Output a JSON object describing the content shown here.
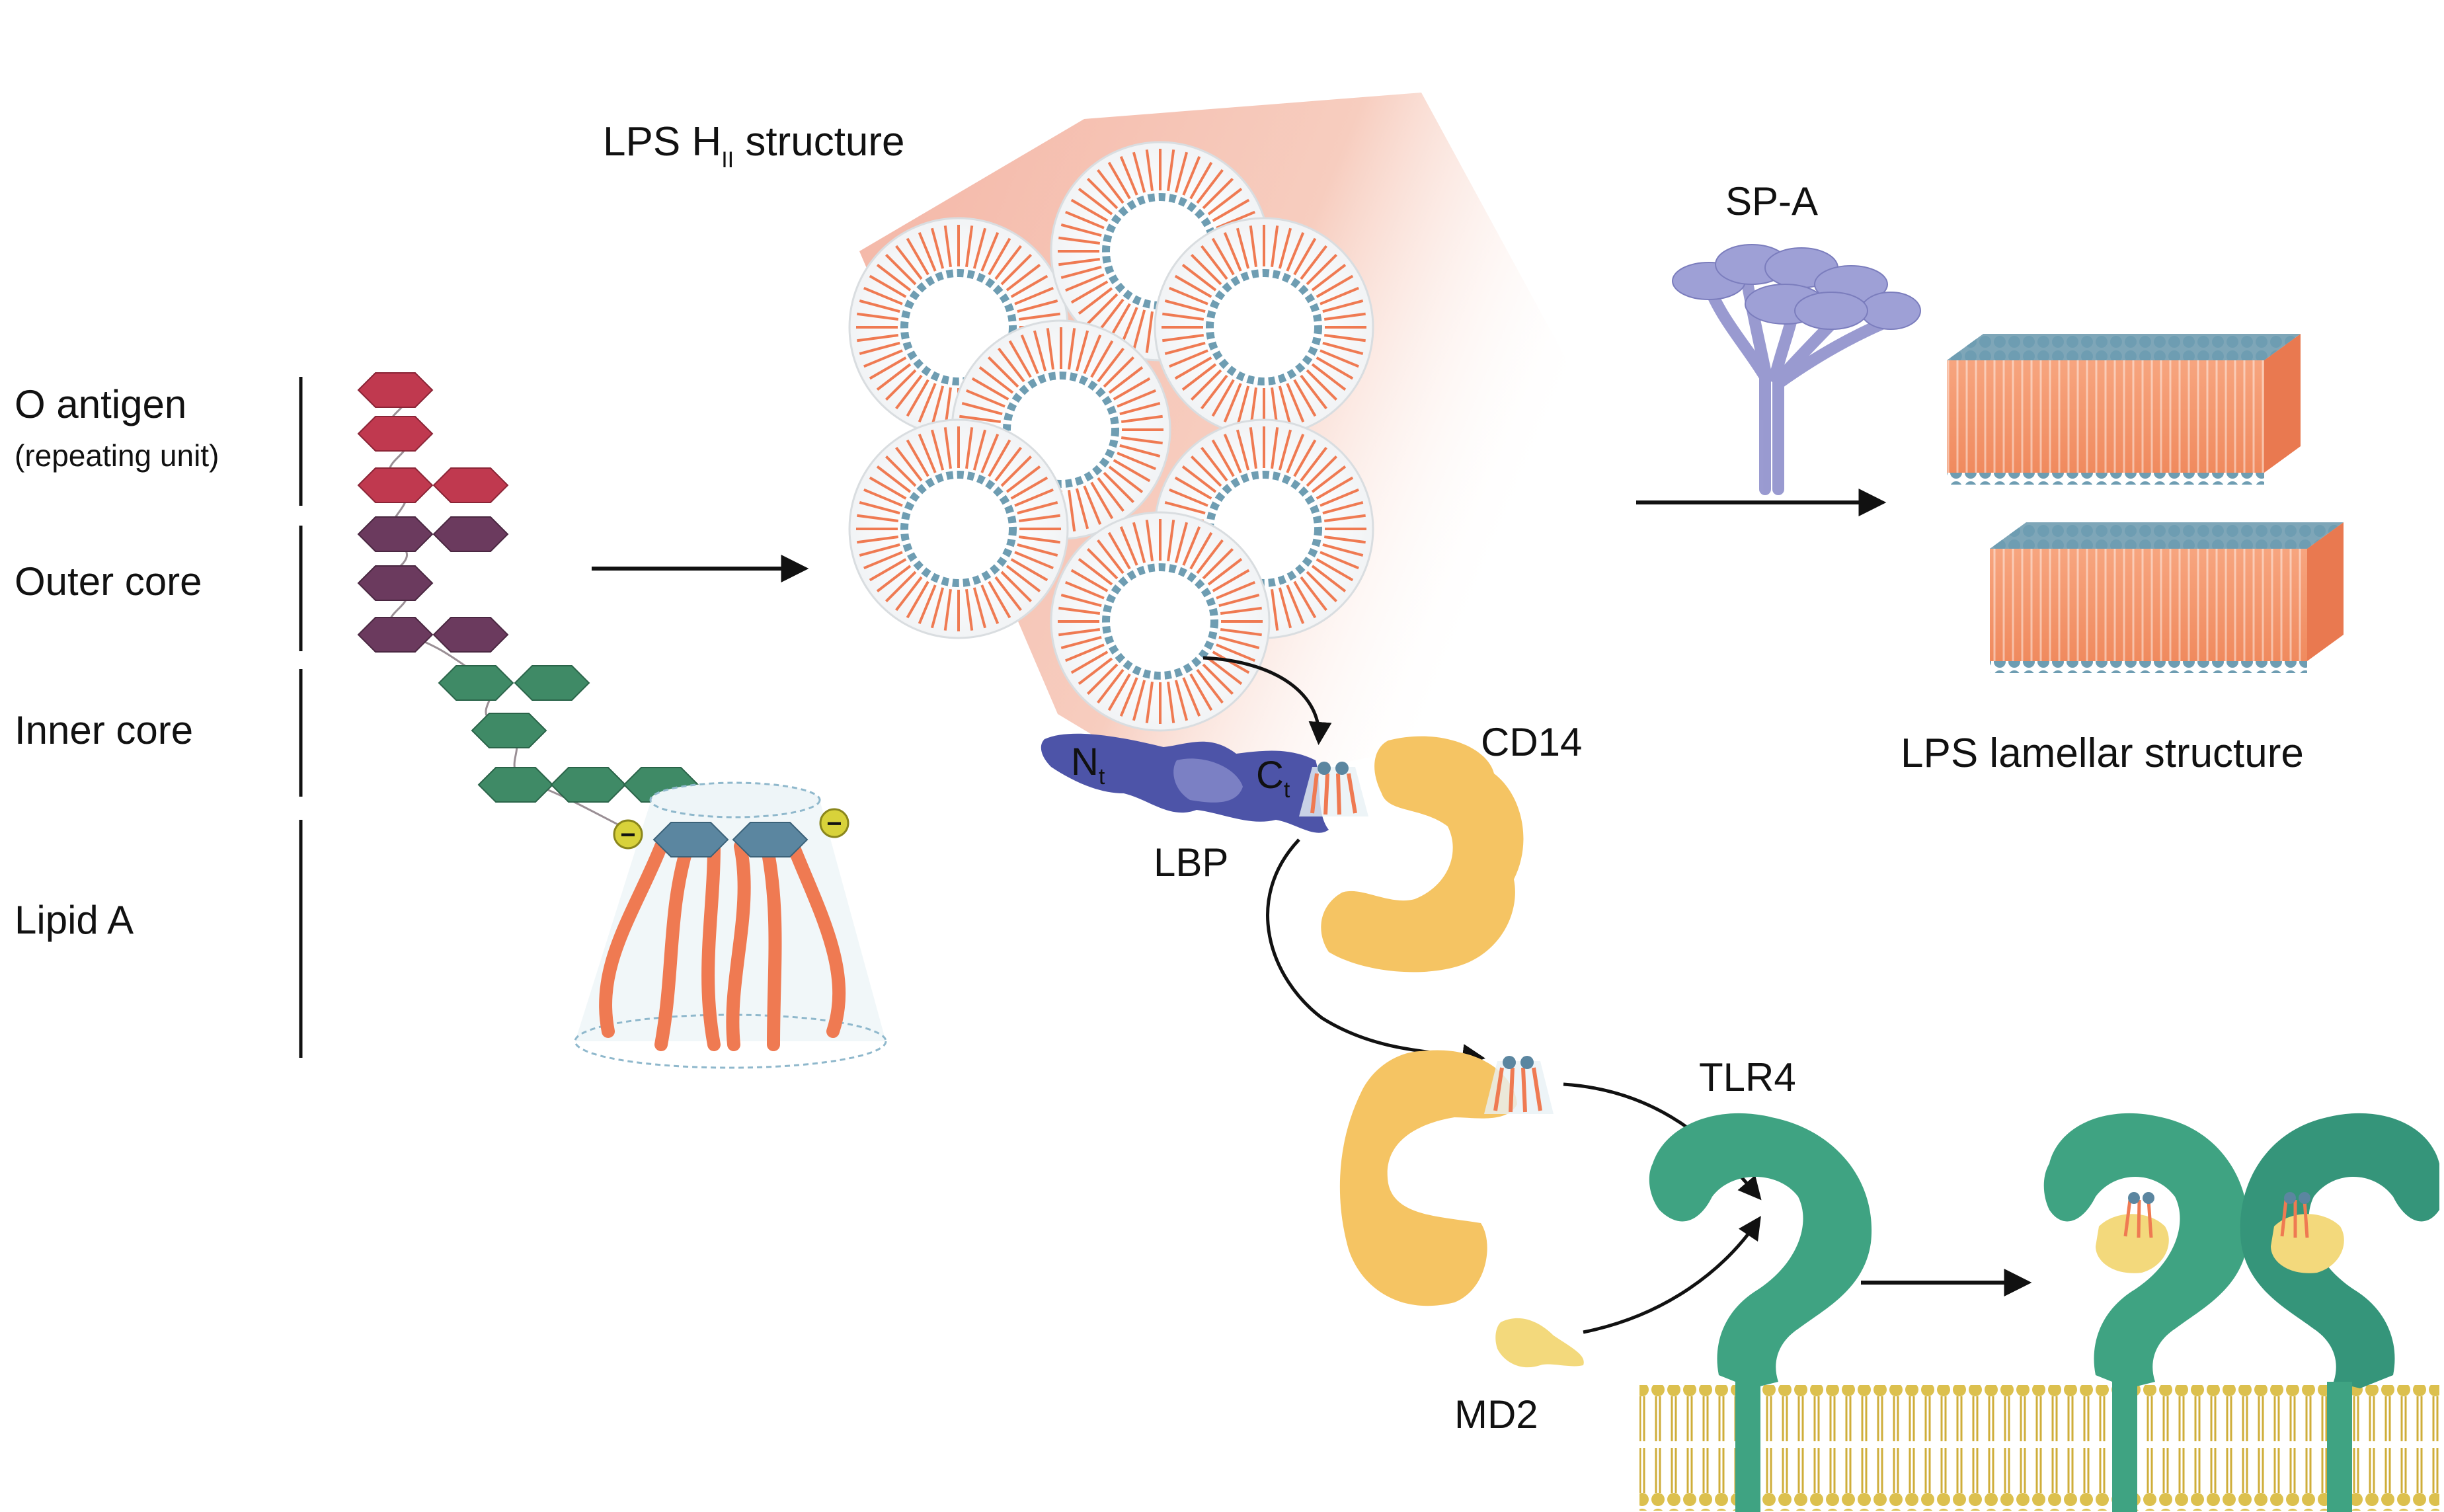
{
  "labels": {
    "o_antigen": "O antigen",
    "repeating_unit": "(repeating unit)",
    "outer_core": "Outer core",
    "inner_core": "Inner core",
    "lipid_a": "Lipid A",
    "lps_hii_prefix": "LPS H",
    "lps_hii_subscript": "II",
    "lps_hii_suffix": " structure",
    "sp_a": "SP-A",
    "lps_lamellar": "LPS lamellar structure",
    "cd14": "CD14",
    "lbp": "LBP",
    "n_terminus": "N",
    "n_subscript": "t",
    "c_terminus": "C",
    "c_subscript": "t",
    "tlr4": "TLR4",
    "md2": "MD2",
    "charge_sign": "−"
  },
  "colors": {
    "o_antigen": "#c0394f",
    "outer_core": "#6b3a5e",
    "inner_core": "#3f8a66",
    "lipid_head": "#5b86a0",
    "acyl_chain": "#f0805a",
    "lbp": "#4d54a8",
    "cd14": "#f5c463",
    "tlr4": "#3fa382",
    "md2": "#f3d97c",
    "sp_a": "#8f90cc",
    "membrane": "#d8b84a",
    "charge": "#d8d23a"
  }
}
